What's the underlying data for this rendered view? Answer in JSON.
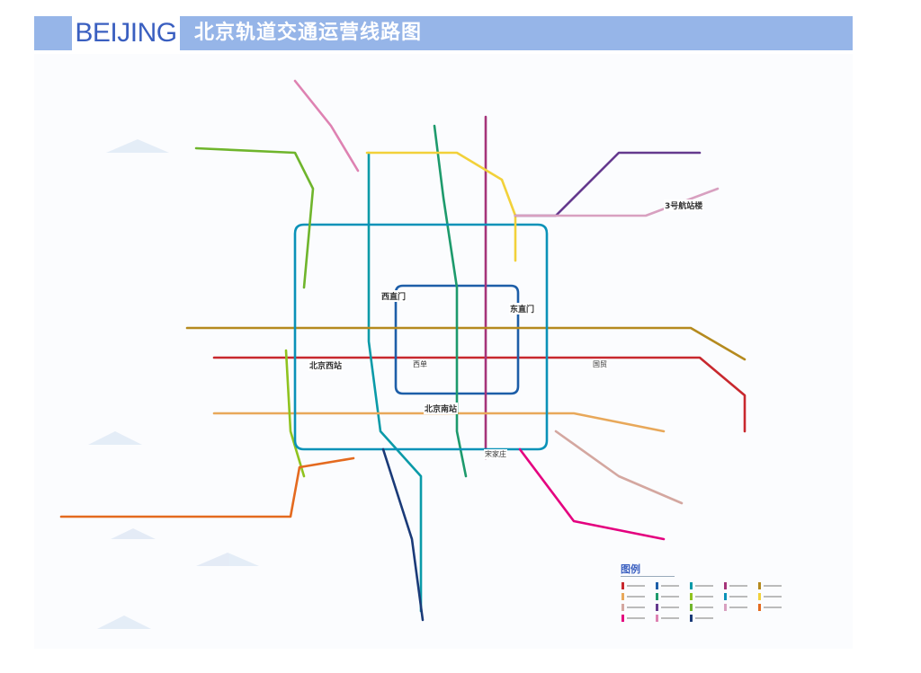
{
  "header": {
    "brand": "BEIJING",
    "title": "北京轨道交通运营线路图"
  },
  "colors": {
    "header": "#96b5e8",
    "brand_text": "#3a5fc0"
  },
  "lines": [
    {
      "id": "1",
      "color": "#c8282e"
    },
    {
      "id": "2",
      "color": "#1d5ea8"
    },
    {
      "id": "4",
      "color": "#0a9aa8"
    },
    {
      "id": "5",
      "color": "#a5347a"
    },
    {
      "id": "6",
      "color": "#b58a1e"
    },
    {
      "id": "7",
      "color": "#e8a85a"
    },
    {
      "id": "8",
      "color": "#1d9a6c"
    },
    {
      "id": "9",
      "color": "#8fc31f"
    },
    {
      "id": "10",
      "color": "#0a92b8"
    },
    {
      "id": "13",
      "color": "#f2d13a"
    },
    {
      "id": "14",
      "color": "#d4a7a0"
    },
    {
      "id": "15",
      "color": "#653a8e"
    },
    {
      "id": "16",
      "color": "#6fb52c"
    },
    {
      "id": "airport",
      "color": "#d8a0c0"
    },
    {
      "id": "fangshan",
      "color": "#e46a1f"
    },
    {
      "id": "yizhuang",
      "color": "#e4007f"
    },
    {
      "id": "changping",
      "color": "#de82b2"
    },
    {
      "id": "daxing",
      "color": "#1a3a78"
    }
  ],
  "stations": [
    "西直门",
    "东直门",
    "北京西站",
    "3号航站楼",
    "北京南站",
    "西单",
    "国贸",
    "宋家庄"
  ],
  "legend": {
    "title": "图例"
  }
}
